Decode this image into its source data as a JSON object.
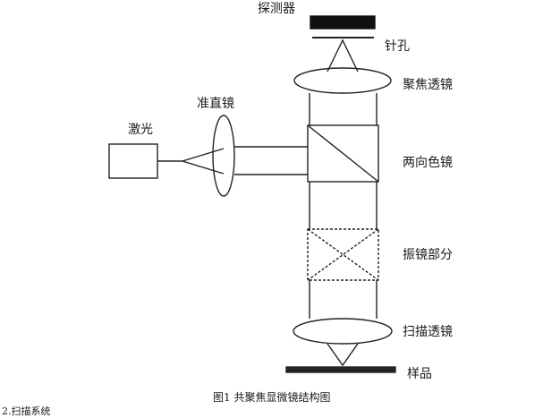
{
  "labels": {
    "detector": "探测器",
    "pinhole": "针孔",
    "focusing_lens": "聚焦透镜",
    "collimator": "准直镜",
    "laser": "激光",
    "dichroic_mirror": "两向色镜",
    "galvo_section": "振镜部分",
    "scanning_lens": "扫描透镜",
    "sample": "样品"
  },
  "caption": "图1 共聚焦显微镜结构图",
  "footer_fragment": "2.扫描系统"
}
